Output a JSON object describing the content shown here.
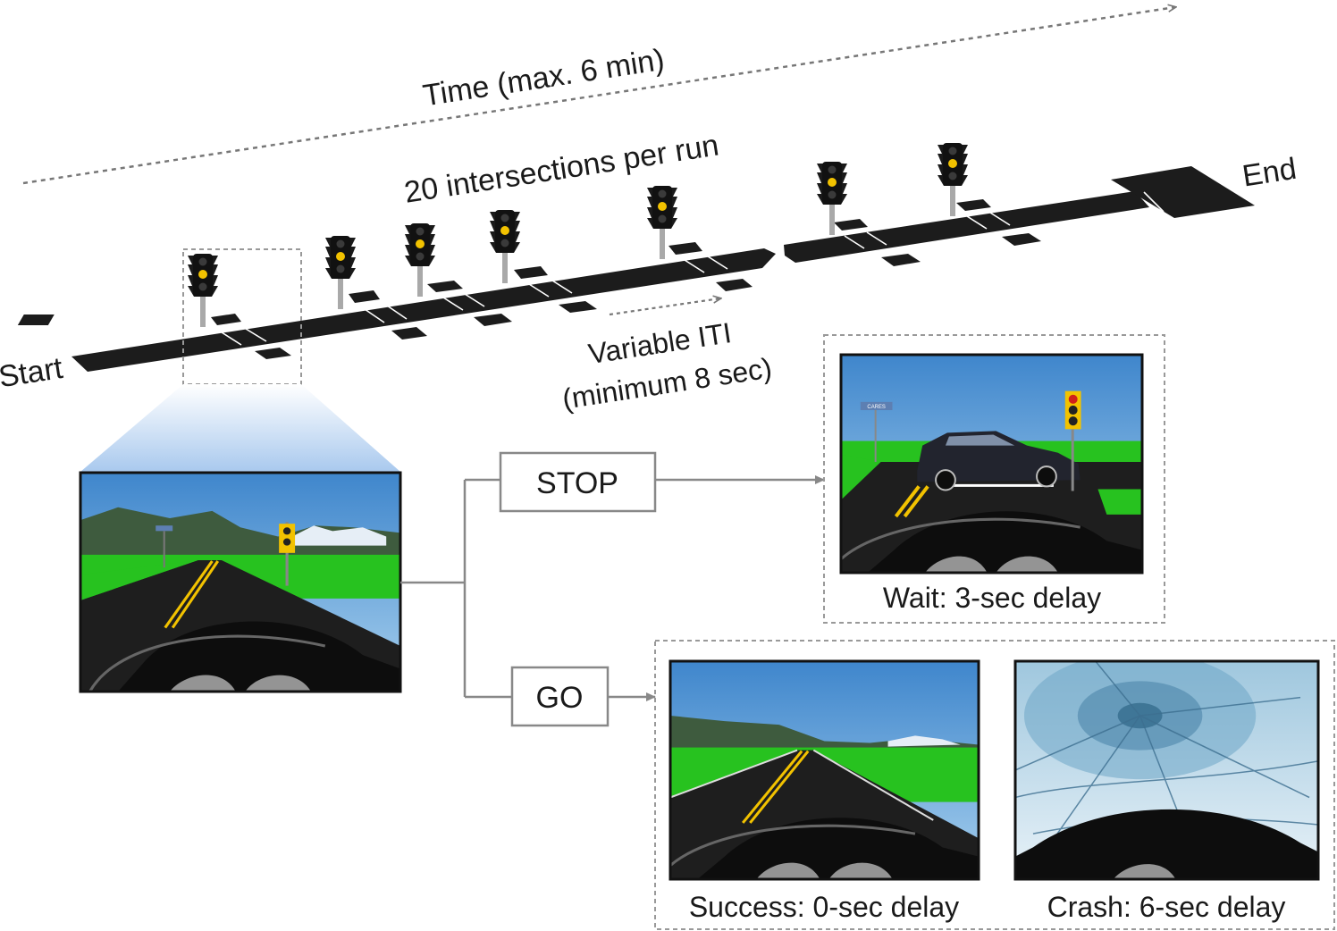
{
  "labels": {
    "time": "Time (max. 6 min)",
    "intersections": "20 intersections per run",
    "start": "Start",
    "end": "End",
    "iti_line1": "Variable ITI",
    "iti_line2": "(minimum 8 sec)"
  },
  "decisions": {
    "stop": "STOP",
    "go": "GO"
  },
  "outcomes": {
    "wait": "Wait: 3-sec delay",
    "success": "Success: 0-sec delay",
    "crash": "Crash: 6-sec delay"
  },
  "scene_sign_text": "CARES",
  "colors": {
    "road": "#1c1c1c",
    "sky": "#5f9fd6",
    "grass": "#27c21f",
    "light_yellow": "#f2c200",
    "light_red": "#d0201a",
    "dotted_line": "#777777",
    "connector": "#888888"
  },
  "icons": [
    "traffic-light-icon",
    "arrow-icon"
  ]
}
